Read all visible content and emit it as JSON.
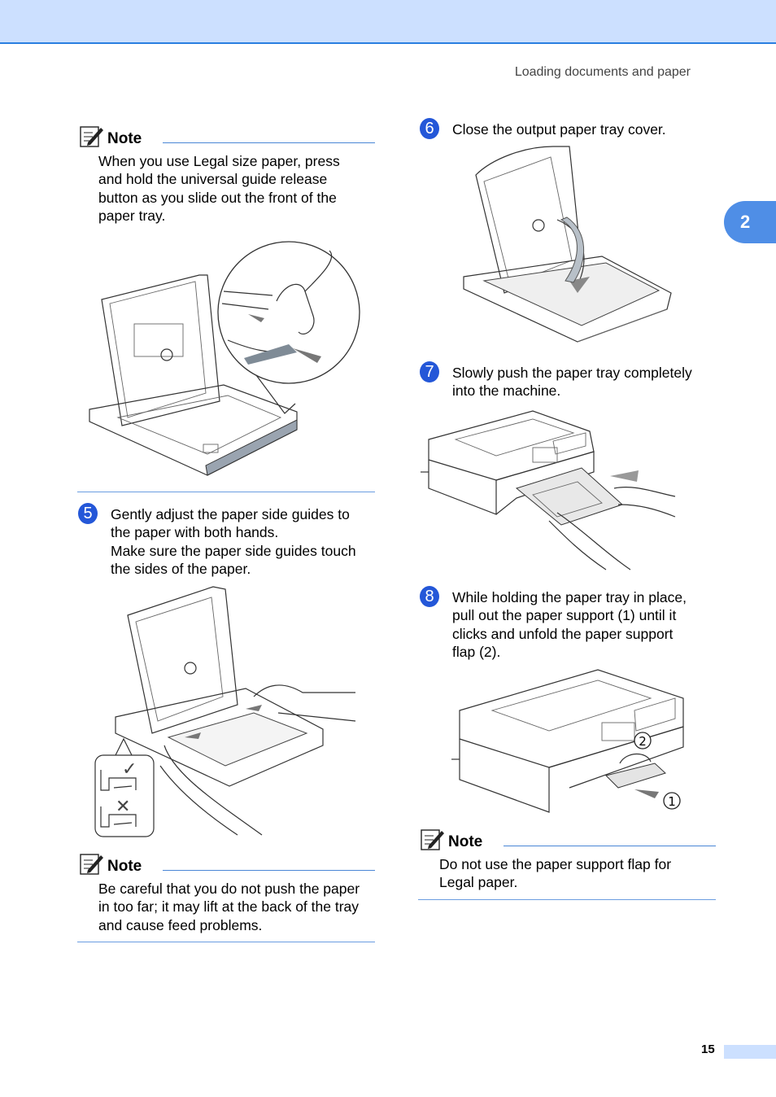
{
  "header": {
    "section_title": "Loading documents and paper"
  },
  "chapter_tab": "2",
  "note_top": {
    "label": "Note",
    "lines": [
      "When you use Legal size paper, press",
      "and hold the universal guide release",
      "button as you slide out the front of the",
      "paper tray."
    ]
  },
  "step5": {
    "number": "5",
    "lines": [
      "Gently adjust the paper side guides to",
      "the paper with both hands.",
      "Make sure the paper side guides touch",
      "the sides of the paper."
    ]
  },
  "note_bottom_left": {
    "label": "Note",
    "lines": [
      "Be careful that you do not push the paper",
      "in too far; it may lift at the back of the tray",
      "and cause feed problems."
    ]
  },
  "step6": {
    "number": "6",
    "lines": [
      "Close the output paper tray cover."
    ]
  },
  "step7": {
    "number": "7",
    "lines": [
      "Slowly push the paper tray completely",
      "into the machine."
    ]
  },
  "step8": {
    "number": "8",
    "lines": [
      "While holding the paper tray in place,",
      "pull out the paper support (1) until it",
      "clicks and unfold the paper support",
      "flap (2)."
    ],
    "callouts": [
      "2",
      "1"
    ]
  },
  "note_bottom_right": {
    "label": "Note",
    "lines": [
      "Do not use the paper support flap for",
      "Legal paper."
    ]
  },
  "footer": {
    "page_number": "15"
  }
}
